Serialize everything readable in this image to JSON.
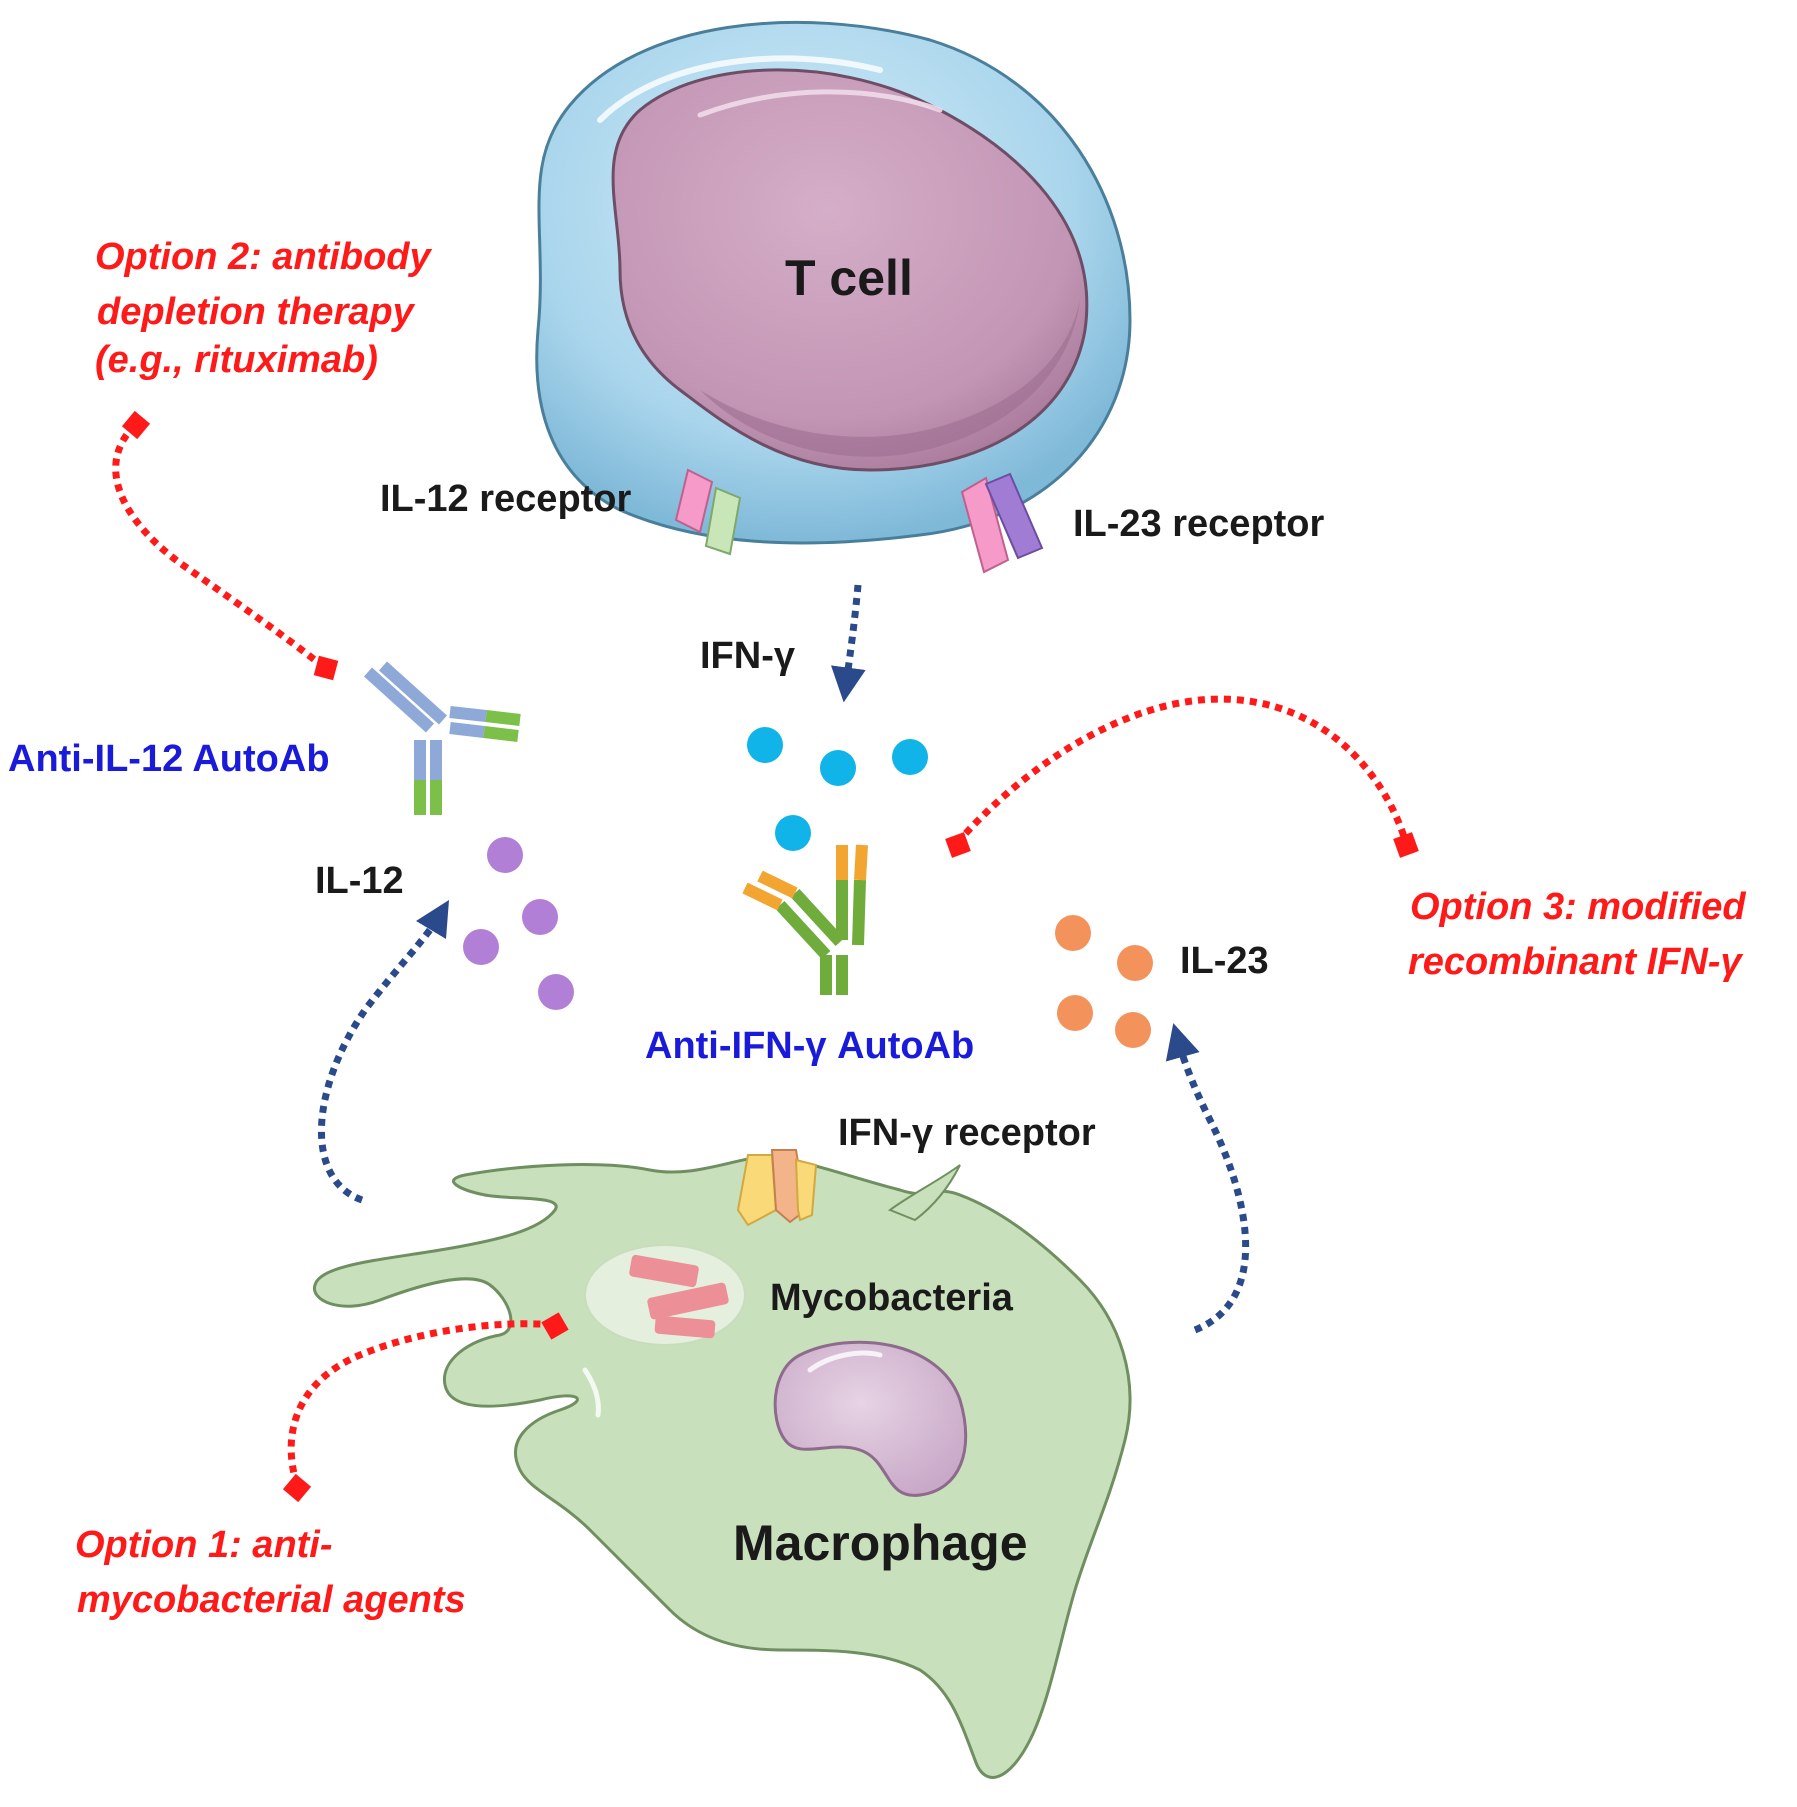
{
  "labels": {
    "t_cell": "T cell",
    "il12_receptor": "IL-12 receptor",
    "il23_receptor": "IL-23 receptor",
    "ifng": "IFN-γ",
    "anti_il12_autoab": "Anti-IL-12 AutoAb",
    "il12": "IL-12",
    "anti_ifng_autoab": "Anti-IFN-γ AutoAb",
    "il23": "IL-23",
    "ifng_receptor": "IFN-γ receptor",
    "mycobacteria": "Mycobacteria",
    "macrophage": "Macrophage"
  },
  "options": {
    "option2": [
      "Option 2: antibody",
      "depletion therapy",
      "(e.g., rituximab)"
    ],
    "option3": [
      "Option 3: modified",
      "recombinant IFN-γ"
    ],
    "option1": [
      "Option 1: anti-",
      "mycobacterial agents"
    ]
  },
  "colors": {
    "cell_membrane": "#a8d4ea",
    "t_cell_nucleus": "#c59bb8",
    "macrophage_body": "#c8e0bb",
    "ifng_dot": "#10b4e8",
    "il12_dot": "#b27fd6",
    "il23_dot": "#f4925c",
    "red_arrow": "#ff1a1a",
    "blue_arrow": "#2a4a8c",
    "blue_text": "#1a1adb",
    "red_text": "#ff1a1a"
  }
}
